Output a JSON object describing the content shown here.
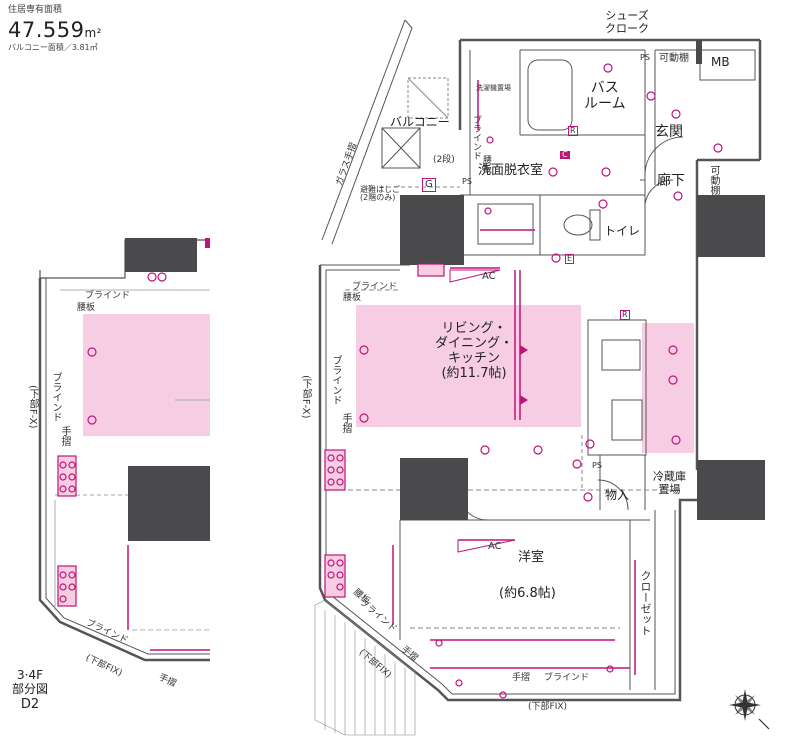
{
  "header": {
    "area_label": "住居専有面積",
    "area_value": "47.559",
    "area_unit": "m²",
    "balcony_area": "バルコニー面積／3.81㎡"
  },
  "partial_view": {
    "label_line1": "3·4F",
    "label_line2": "部分図",
    "label_line3": "D2",
    "blind_top": "ブラインド",
    "baseboard": "腰板",
    "blind_side": "ブラインド",
    "fix_side": "(下部F-X)",
    "handrail_side": "手摺",
    "blind_bottom": "ブラインド",
    "fix_bottom": "(下部FIX)",
    "handrail_bottom": "手摺"
  },
  "rooms": {
    "shoes_closet": "シューズ\nクローク",
    "movable_shelf_top": "可動棚",
    "mb": "MB",
    "bathroom": "バス\nルーム",
    "entrance": "玄関",
    "hallway": "廊下",
    "movable_shelf_side": "可動棚",
    "washroom": "洗面脱衣室",
    "toilet": "トイレ",
    "balcony": "バルコニー",
    "ldk": "リビング・\nダイニング・\nキッチン\n(約11.7帖)",
    "storage": "物入",
    "fridge": "冷蔵庫\n置場",
    "western_room": "洋室",
    "western_size": "(約6.8帖)",
    "closet": "クローゼット"
  },
  "labels": {
    "glass_handrail": "ガラス手摺",
    "blind_left_top": "ブラインド",
    "baseboard_left": "腰板",
    "blind_left": "ブラインド",
    "fix_left": "(下部F-X)",
    "handrail_left": "手摺",
    "baseboard_bottom": "腰板",
    "blind_bottom_left": "ブラインド",
    "handrail_bottom_left": "手摺",
    "fix_bottom_left": "(下部FIX)",
    "handrail_bottom": "手摺",
    "blind_bottom": "ブラインド",
    "fix_bottom": "(下部FIX)",
    "blind_wash": "ブラインド",
    "baseboard_wash": "腰板",
    "evac_ladder": "避難はしご\n(2階のみ)",
    "step": "(2段)",
    "washer": "洗濯機置場",
    "ps1": "PS",
    "ps2": "PS",
    "ps3": "PS",
    "ac1": "AC",
    "ac2": "AC",
    "g_mark": "G",
    "e_mark": "E",
    "r_mark": "R",
    "r_mark2": "R",
    "ct_mark": "C"
  },
  "colors": {
    "floor_heating": "#f6cde3",
    "accent": "#c0137a",
    "column": "#4a4a4c",
    "wall": "#555555"
  },
  "icons": {
    "compass": "compass-rose-icon"
  }
}
